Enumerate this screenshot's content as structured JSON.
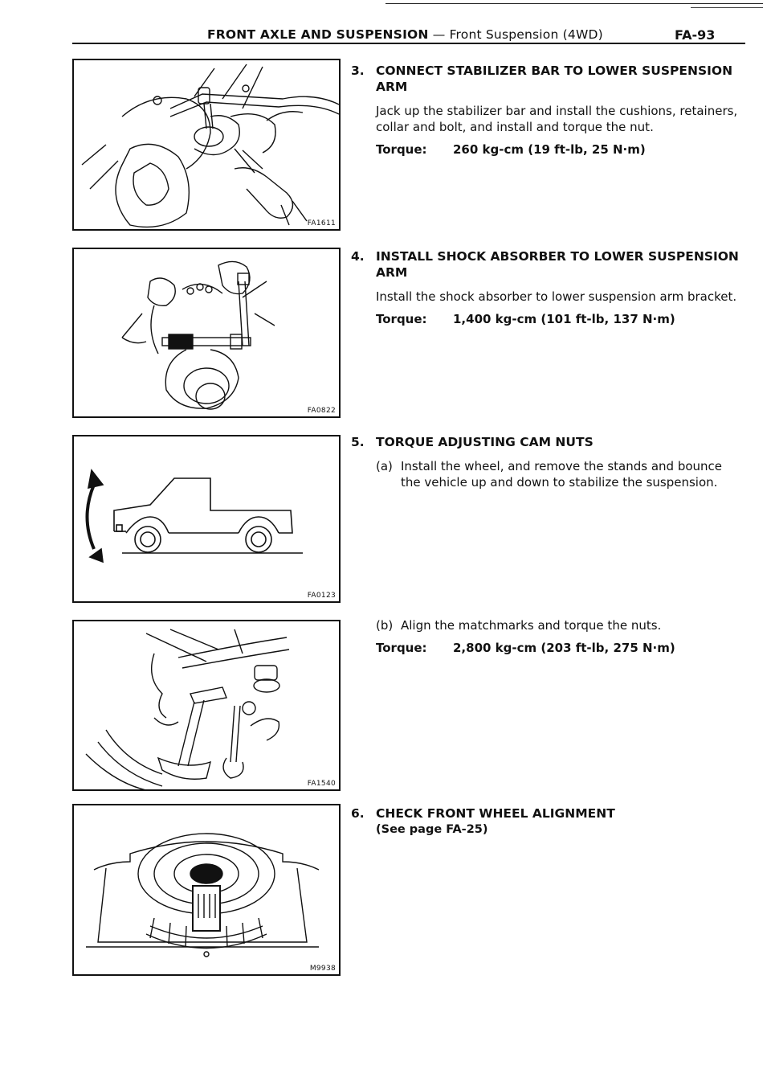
{
  "header": {
    "section": "FRONT AXLE AND SUSPENSION",
    "dash": " — ",
    "subsection": "Front Suspension (4WD)",
    "page": "FA-93"
  },
  "figures": [
    {
      "code": "FA1611",
      "subject": "stabilizer-bar-install"
    },
    {
      "code": "FA0822",
      "subject": "shock-absorber-install"
    },
    {
      "code": "FA0123",
      "subject": "vehicle-bounce"
    },
    {
      "code": "FA1540",
      "subject": "cam-nut-torque"
    },
    {
      "code": "M9938",
      "subject": "alignment-tester"
    }
  ],
  "steps": [
    {
      "num": "3.",
      "title": "CONNECT STABILIZER BAR TO LOWER SUSPENSION ARM",
      "text": "Jack up the stabilizer bar and install the cushions, retainers, collar and bolt, and install and torque the nut.",
      "torque_label": "Torque:",
      "torque_value": "260 kg-cm (19 ft-lb, 25 N·m)"
    },
    {
      "num": "4.",
      "title": "INSTALL SHOCK ABSORBER TO LOWER SUSPENSION ARM",
      "text": "Install the shock absorber to lower suspension arm bracket.",
      "torque_label": "Torque:",
      "torque_value": "1,400 kg-cm (101 ft-lb, 137 N·m)"
    },
    {
      "num": "5.",
      "title": "TORQUE ADJUSTING CAM NUTS",
      "sub_a_letter": "(a)",
      "sub_a_text": "Install the wheel, and remove the stands and bounce the vehicle up and down to stabilize the suspension.",
      "sub_b_letter": "(b)",
      "sub_b_text": "Align the matchmarks and torque the nuts.",
      "torque_label": "Torque:",
      "torque_value": "2,800 kg-cm (203 ft-lb, 275 N·m)"
    },
    {
      "num": "6.",
      "title": "CHECK FRONT WHEEL ALIGNMENT",
      "sub": "(See page FA-25)"
    }
  ]
}
